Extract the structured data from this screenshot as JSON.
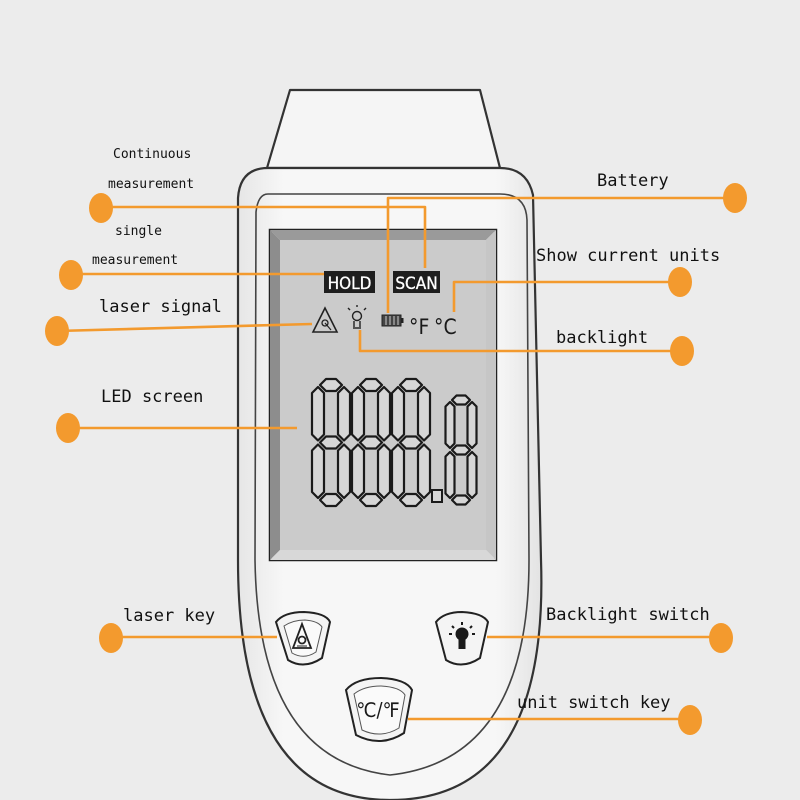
{
  "colors": {
    "accent": "#f39a2e",
    "lcd": "#cbcbcb",
    "device": "#f4f4f4"
  },
  "labels": {
    "continuous_1": "Continuous",
    "continuous_2": "measurement",
    "single_1": "single",
    "single_2": "measurement",
    "laser_signal": "laser signal",
    "led_screen": "LED screen",
    "laser_key": "laser key",
    "battery": "Battery",
    "show_units": "Show current units",
    "backlight": "backlight",
    "backlight_switch": "Backlight switch",
    "unit_switch_key": "unit switch key"
  },
  "display": {
    "hold": "HOLD",
    "scan": "SCAN",
    "fahrenheit": "°F",
    "celsius": "°C",
    "digits": "888.8"
  },
  "buttons": {
    "unit": "℃/℉"
  },
  "icons": {
    "laser": "laser-warning-icon",
    "backlight": "bulb-icon",
    "battery": "battery-icon"
  }
}
